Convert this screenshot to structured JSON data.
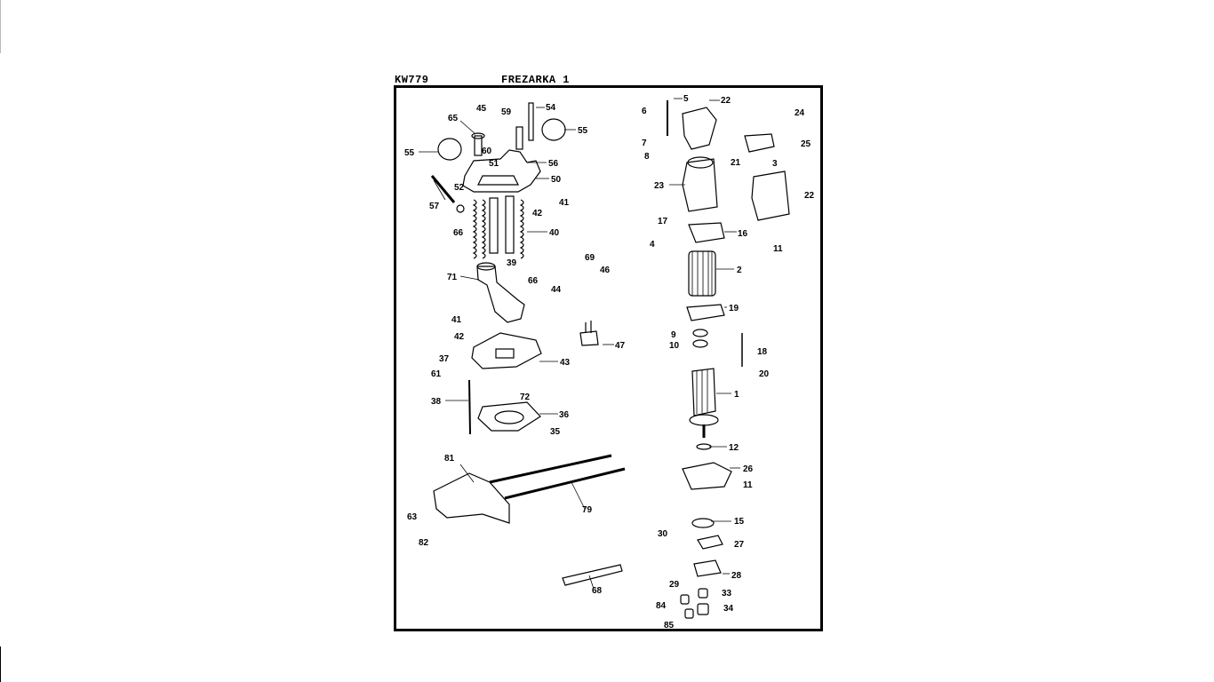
{
  "header": {
    "code": "KW779",
    "title": "FREZARKA 1"
  },
  "diagram": {
    "part_labels": [
      "1",
      "2",
      "3",
      "4",
      "5",
      "6",
      "7",
      "8",
      "9",
      "10",
      "11",
      "11",
      "12",
      "15",
      "16",
      "17",
      "18",
      "19",
      "20",
      "21",
      "22",
      "22",
      "23",
      "24",
      "25",
      "26",
      "27",
      "28",
      "29",
      "30",
      "33",
      "34",
      "35",
      "36",
      "37",
      "38",
      "39",
      "40",
      "41",
      "41",
      "42",
      "42",
      "43",
      "44",
      "45",
      "46",
      "47",
      "50",
      "51",
      "52",
      "54",
      "55",
      "55",
      "56",
      "57",
      "59",
      "60",
      "61",
      "63",
      "65",
      "66",
      "66",
      "68",
      "69",
      "71",
      "72",
      "79",
      "81",
      "82",
      "84",
      "85"
    ]
  }
}
